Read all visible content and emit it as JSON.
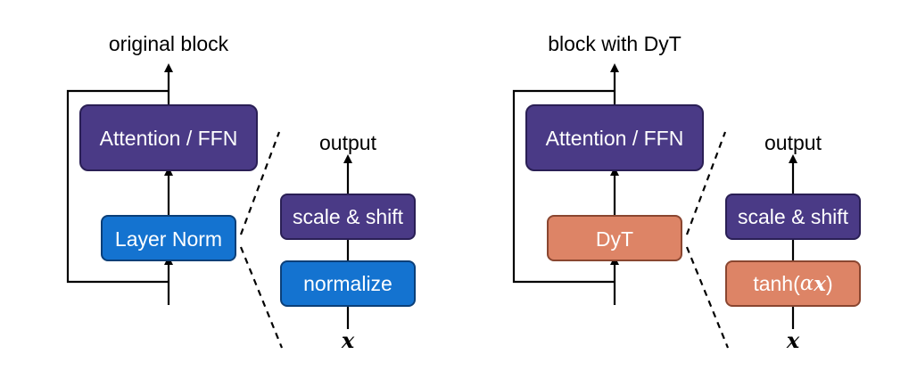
{
  "colors": {
    "purple": "#4a3a86",
    "purple_border": "#2a1f55",
    "blue": "#1473d0",
    "blue_border": "#0b3f78",
    "orange": "#dd8466",
    "orange_border": "#8a4630",
    "line": "#000000"
  },
  "left": {
    "title": "original block",
    "attention_label": "Attention / FFN",
    "norm_label": "Layer Norm",
    "detail": {
      "output_label": "output",
      "scale_shift_label": "scale & shift",
      "inner_label": "normalize",
      "input_label": "x"
    }
  },
  "right": {
    "title": "block with DyT",
    "attention_label": "Attention / FFN",
    "norm_label": "DyT",
    "detail": {
      "output_label": "output",
      "scale_shift_label": "scale & shift",
      "inner_label_prefix": "tanh(",
      "inner_label_alpha": "α",
      "inner_label_x": "x",
      "inner_label_suffix": ")",
      "input_label": "x"
    }
  }
}
